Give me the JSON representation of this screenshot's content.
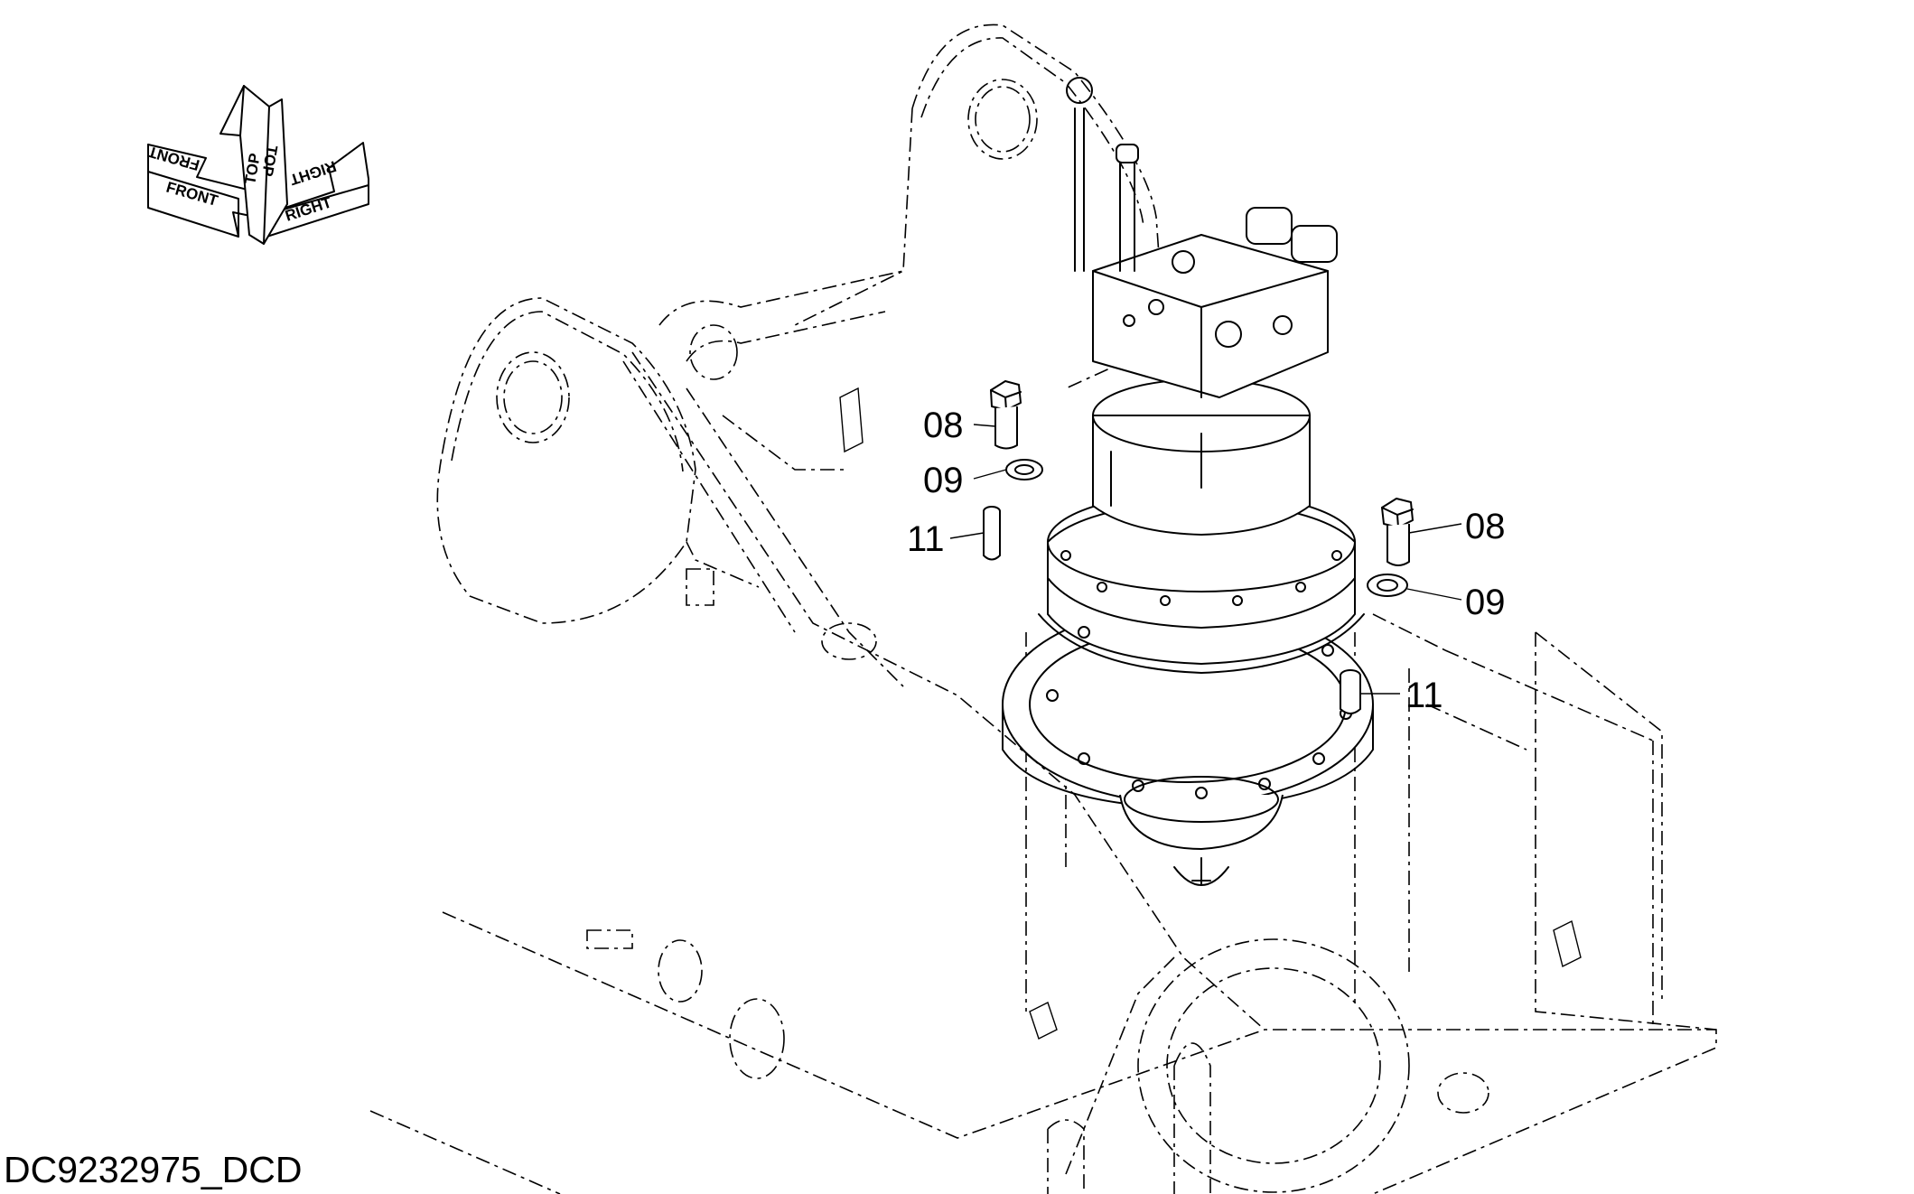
{
  "orientation_indicator": {
    "front_label": "FRONT",
    "top_label": "TOP",
    "right_label": "RIGHT"
  },
  "callouts": [
    {
      "label": "08"
    },
    {
      "label": "09"
    },
    {
      "label": "11"
    },
    {
      "label": "08"
    },
    {
      "label": "09"
    },
    {
      "label": "11"
    }
  ],
  "document_id": "DC9232975_DCD"
}
